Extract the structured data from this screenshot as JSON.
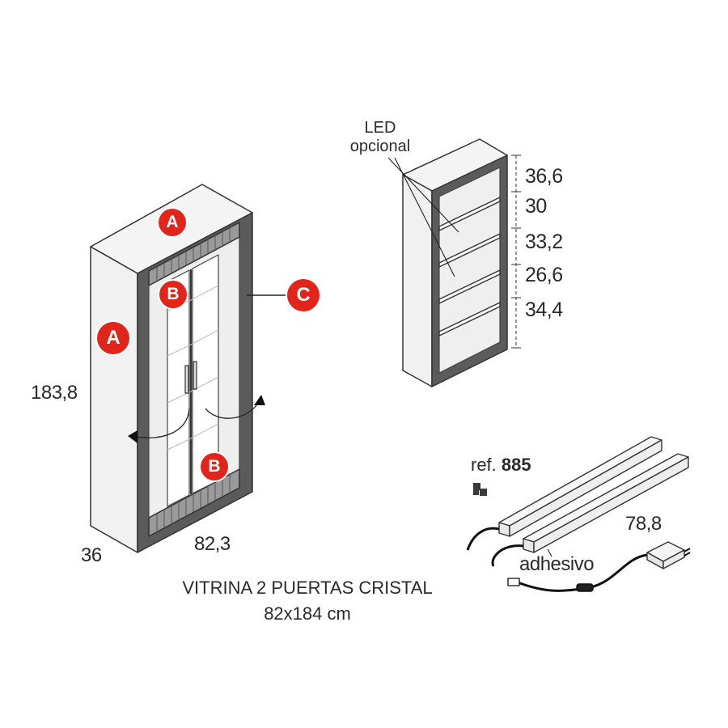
{
  "cabinet": {
    "height_label": "183,8",
    "depth_label": "36",
    "width_label": "82,3",
    "badges": {
      "a_top": "A",
      "a_side": "A",
      "b_top": "B",
      "b_bottom": "B",
      "c_frame": "C"
    }
  },
  "interior": {
    "led_label_line1": "LED",
    "led_label_line2": "opcional",
    "shelf_gaps": [
      "36,6",
      "30",
      "33,2",
      "26,6",
      "34,4"
    ]
  },
  "led_kit": {
    "ref_prefix": "ref.",
    "ref_number": "885",
    "length_label": "78,8",
    "adhesive_label": "adhesivo"
  },
  "caption": {
    "line1": "VITRINA 2 PUERTAS CRISTAL",
    "line2": "82x184 cm"
  },
  "colors": {
    "badge_red": "#e1251b",
    "frame_dark": "#5a5a5a",
    "panel_light": "#f3f3f3",
    "outline": "#333333"
  }
}
